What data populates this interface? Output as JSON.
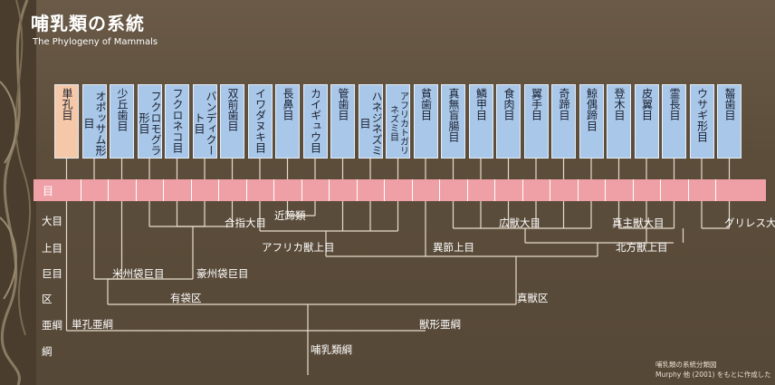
{
  "header": {
    "title": "哺乳類の系統",
    "subtitle": "The Phylogeny of Mammals"
  },
  "orders": [
    {
      "label": "単孔目",
      "mono": true
    },
    {
      "label": "オポッサム形目"
    },
    {
      "label": "少丘歯目"
    },
    {
      "label": "フクロモグラ形目"
    },
    {
      "label": "フクロネコ目"
    },
    {
      "label": "バンディクート目"
    },
    {
      "label": "双前歯目"
    },
    {
      "label": "イワダヌキ目"
    },
    {
      "label": "長鼻目"
    },
    {
      "label": "カイギュウ目"
    },
    {
      "label": "管歯目"
    },
    {
      "label": "ハネジネズミ目"
    },
    {
      "label": "アフリカトガリネズミ目",
      "small": true
    },
    {
      "label": "貧歯目"
    },
    {
      "label": "真無盲腸目"
    },
    {
      "label": "鱗甲目"
    },
    {
      "label": "食肉目"
    },
    {
      "label": "翼手目"
    },
    {
      "label": "奇蹄目"
    },
    {
      "label": "鯨偶蹄目"
    },
    {
      "label": "登木目"
    },
    {
      "label": "皮翼目"
    },
    {
      "label": "霊長目"
    },
    {
      "label": "ウサギ形目"
    },
    {
      "label": "齧歯目"
    }
  ],
  "ranks": {
    "order": "目",
    "superorder": "大目",
    "grandorder": "上目",
    "megaorder": "巨目",
    "cohort": "区",
    "subclass": "亜綱",
    "class": "綱"
  },
  "clades": {
    "afrotheria": "アフリカ獣上目",
    "paenungulata": "近蹄類",
    "laurasiatheria": "広獣大目",
    "euarchontoglires": "真主獣大目",
    "glires": "グリレス大目",
    "xenarthra_boreo": "異節上目",
    "boreoeutheria": "北方獣上目",
    "ameridelphia": "米州袋巨目",
    "australidelphia": "豪州袋巨目",
    "syndactyla": "合指大目",
    "marsupialia": "有袋区",
    "eutheria": "真獣区",
    "prototheria": "単孔亜綱",
    "theria": "獣形亜綱",
    "mammalia": "哺乳類綱"
  },
  "credit": {
    "line1": "哺乳類の系統分類図",
    "line2": "Murphy 他 (2001) をもとに作成した"
  }
}
